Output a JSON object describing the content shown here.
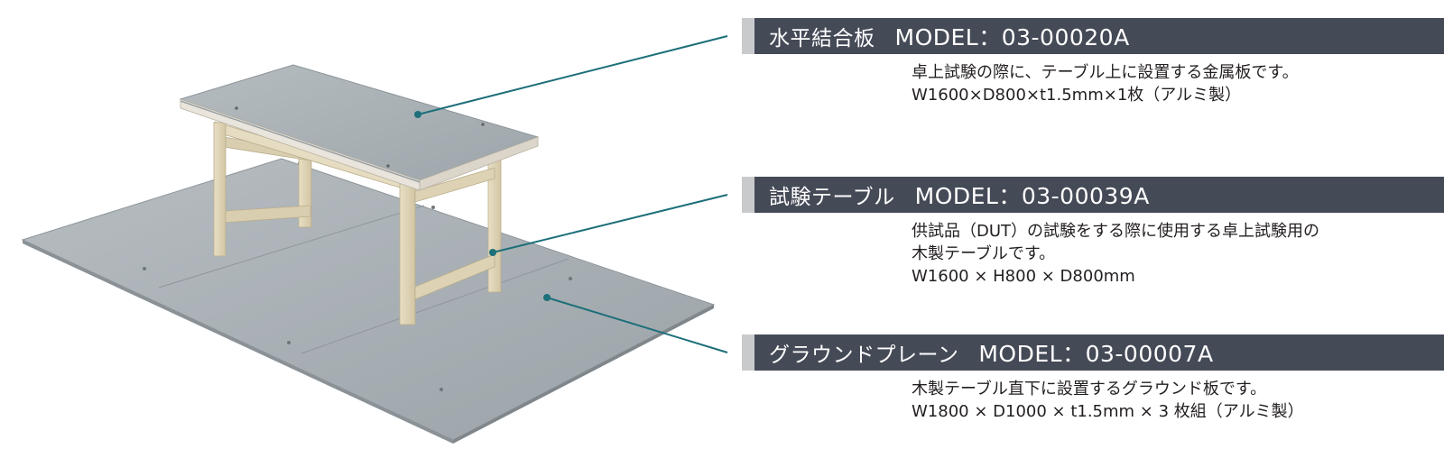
{
  "colors": {
    "header_bg": "#454a57",
    "header_accent": "#c9cacc",
    "leader_line": "#1d6f7a",
    "plate": "#a7aeb3",
    "wood": "#e0d5b8"
  },
  "callouts": [
    {
      "name": "水平結合板",
      "model": "MODEL：03-00020A",
      "desc": [
        "卓上試験の際に、テーブル上に設置する金属板です。",
        "W1600×D800×t1.5mm×1枚（アルミ製）"
      ]
    },
    {
      "name": "試験テーブル",
      "model": "MODEL：03-00039A",
      "desc": [
        "供試品（DUT）の試験をする際に使用する卓上試験用の",
        "木製テーブルです。",
        "W1600 × H800 × D800mm"
      ]
    },
    {
      "name": "グラウンドプレーン",
      "model": "MODEL：03-00007A",
      "desc": [
        "木製テーブル直下に設置するグラウンド板です。",
        "W1800 × D1000 × t1.5mm × 3 枚組（アルミ製）"
      ]
    }
  ]
}
